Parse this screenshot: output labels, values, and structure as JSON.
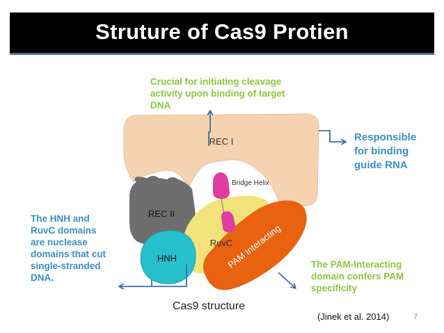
{
  "title": "Struture of Cas9 Protien",
  "annotations": {
    "top_lines": [
      "Crucial for initiating cleavage",
      "activity upon binding of target",
      "DNA"
    ],
    "right_lines": [
      "Responsible",
      "for binding",
      "guide RNA"
    ],
    "left_lines": [
      "The HNH and",
      "RuvC domains",
      "are nuclease",
      "domains that cut",
      "single-stranded",
      "DNA."
    ],
    "bottom_right_lines": [
      "The PAM-Interacting",
      "domain confers PAM",
      "specificity"
    ]
  },
  "domains": {
    "rec1": "REC I",
    "bridge_helix": "Bridge Helix",
    "rec2": "REC II",
    "ruvc": "RuvC",
    "pam": "PAM Interacting",
    "hnh": "HNH"
  },
  "caption": "Cas9 structure",
  "citation": "(Jinek et al. 2014)",
  "page_number": "7",
  "colors": {
    "rec1": "#f5d2b0",
    "rec2": "#6e6e6e",
    "bridge_helix": "#e03c9f",
    "ruvc": "#f2e27a",
    "pam": "#e8620f",
    "hnh": "#26c0cc",
    "green_text": "#8cc63f",
    "blue_text": "#3a8fc2",
    "arrow": "#3a6fa8"
  }
}
